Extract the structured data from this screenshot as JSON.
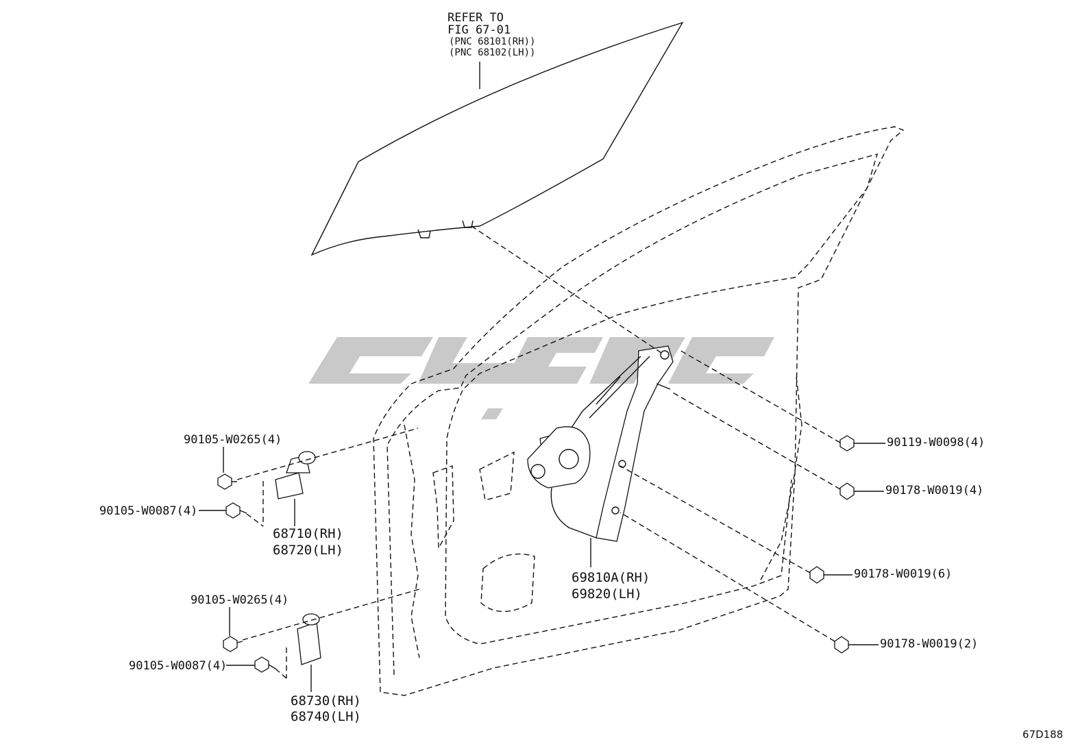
{
  "diagram_id": "67D188",
  "callouts": {
    "glass_ref": [
      "REFER TO",
      "FIG 67-01",
      "(PNC 68101(RH))",
      "(PNC 68102(LH))"
    ],
    "bolt_upper_1": "90105-W0265(4)",
    "bolt_upper_2": "90105-W0087(4)",
    "hinge_upper": [
      "68710(RH)",
      "68720(LH)"
    ],
    "bolt_lower_1": "90105-W0265(4)",
    "bolt_lower_2": "90105-W0087(4)",
    "hinge_lower": [
      "68730(RH)",
      "68740(LH)"
    ],
    "regulator": [
      "69810A(RH)",
      "69820(LH)"
    ],
    "bolt_right": "90119-W0098(4)",
    "nut_right_1": "90178-W0019(4)",
    "nut_right_2": "90178-W0019(6)",
    "nut_right_3": "90178-W0019(2)"
  },
  "watermark_color": "#c9c9c9",
  "icons": [
    "bolt-icon",
    "nut-icon",
    "hinge-icon",
    "window-regulator-icon",
    "door-glass-icon"
  ]
}
